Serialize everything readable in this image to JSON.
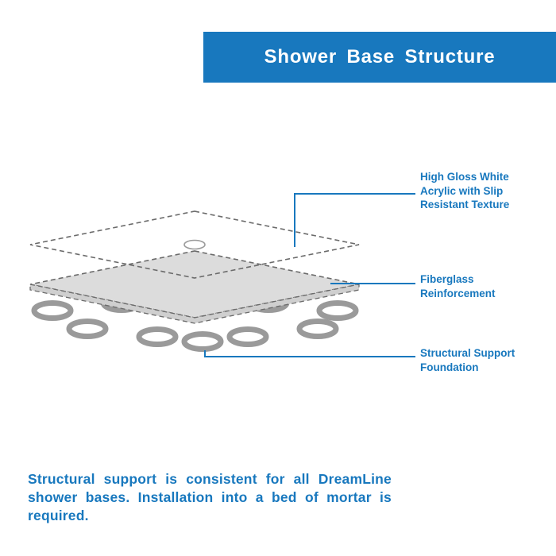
{
  "banner": {
    "title": "Shower Base Structure",
    "background_color": "#1878be"
  },
  "callouts": [
    {
      "id": "acrylic",
      "label": "High Gloss White\nAcrylic with Slip\nResistant Texture"
    },
    {
      "id": "fiberglass",
      "label": "Fiberglass\nReinforcement"
    },
    {
      "id": "foundation",
      "label": "Structural Support\nFoundation"
    }
  ],
  "footer": {
    "text": "Structural support is consistent for all DreamLine shower bases. Installation into a bed of mortar is required."
  },
  "diagram": {
    "parts": [
      "acrylic-top-layer",
      "drain",
      "fiberglass-layer",
      "support-rings"
    ]
  },
  "colors": {
    "accent_blue": "#1878be",
    "slab_fill": "#dcdcdc",
    "slab_edge_fill": "#cfcfcf",
    "ring_stroke": "#9a9a9a",
    "dash_stroke": "#6b6b6b"
  }
}
